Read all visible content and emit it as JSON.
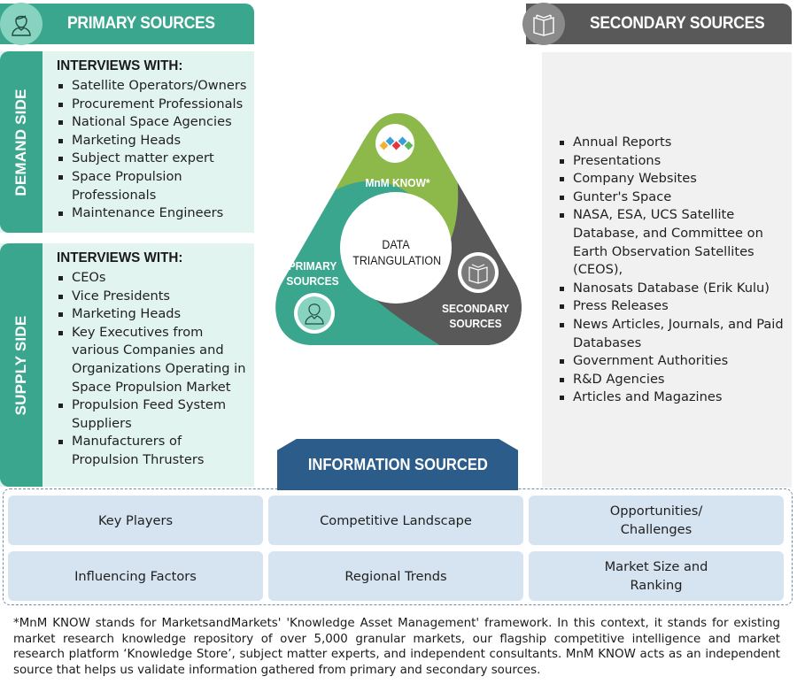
{
  "primary_header": {
    "title": "PRIMARY SOURCES",
    "icon": "person-icon"
  },
  "secondary_header": {
    "title": "SECONDARY SOURCES",
    "icon": "book-icon"
  },
  "demand_side": {
    "label": "DEMAND SIDE",
    "heading": "INTERVIEWS WITH:",
    "items": [
      "Satellite Operators/Owners",
      "Procurement Professionals",
      "National Space Agencies",
      "Marketing Heads",
      "Subject matter expert",
      "Space Propulsion Professionals",
      "Maintenance Engineers"
    ]
  },
  "supply_side": {
    "label": "SUPPLY SIDE",
    "heading": "INTERVIEWS WITH:",
    "items": [
      "CEOs",
      "Vice Presidents",
      "Marketing Heads",
      "Key Executives from various Companies and Organizations Operating in Space Propulsion Market",
      "Propulsion Feed System Suppliers",
      "Manufacturers of Propulsion Thrusters"
    ]
  },
  "secondary_sources": {
    "items": [
      "Annual Reports",
      "Presentations",
      "Company Websites",
      "Gunter's Space",
      "NASA, ESA, UCS Satellite Database, and Committee on Earth Observation Satellites (CEOS),",
      "Nanosats Database (Erik Kulu)",
      "Press Releases",
      "News Articles, Journals, and Paid Databases",
      "Government Authorities",
      "R&D Agencies",
      "Articles and Magazines"
    ]
  },
  "triangulation": {
    "center_line1": "DATA",
    "center_line2": "TRIANGULATION",
    "mnm_label": "MnM KNOW*",
    "primary_line1": "PRIMARY",
    "primary_line2": "SOURCES",
    "secondary_line1": "SECONDARY",
    "secondary_line2": "SOURCES",
    "colors": {
      "mnm": "#8db84a",
      "primary": "#3aa68e",
      "secondary": "#595959"
    },
    "logo_colors": [
      "#f2b233",
      "#3a9fd6",
      "#e03a3e",
      "#5cb85c"
    ]
  },
  "information_sourced": {
    "title": "INFORMATION SOURCED",
    "cells": [
      "Key Players",
      "Competitive Landscape",
      "Opportunities/\nChallenges",
      "Influencing Factors",
      "Regional Trends",
      "Market Size and\nRanking"
    ]
  },
  "footnote": "*MnM KNOW stands for MarketsandMarkets' 'Knowledge Asset Management' framework. In this context, it stands for existing market research knowledge repository of over 5,000 granular markets, our flagship competitive intelligence and market research platform ‘Knowledge Store’, subject matter experts, and independent consultants. MnM KNOW acts as an independent source that helps us validate information gathered from primary and secondary sources."
}
